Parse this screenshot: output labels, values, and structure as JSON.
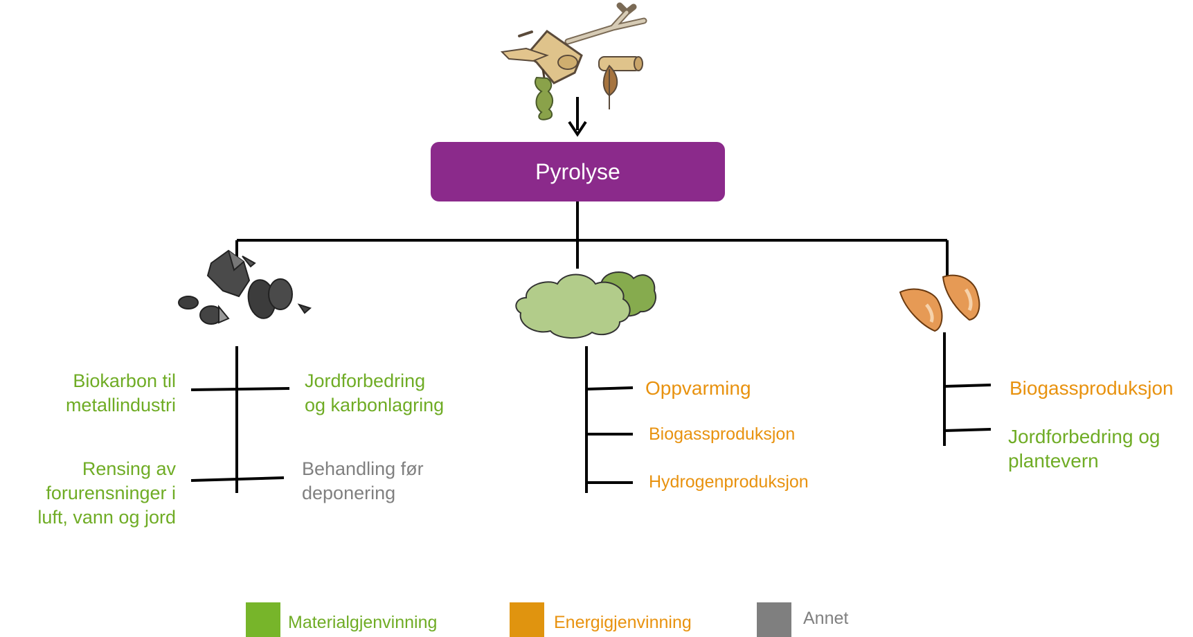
{
  "process": {
    "label": "Pyrolyse"
  },
  "icons": {
    "input": "biomass-waste-icon",
    "char": "biochar-icon",
    "gas": "gas-cloud-icon",
    "oil": "bio-oil-drops-icon"
  },
  "branches": {
    "char": {
      "left_top": "Biokarbon til\nmetallindustri",
      "right_top": "Jordforbedring\nog karbonlagring",
      "left_bottom": "Rensing av\nforurensninger i\nluft, vann og jord",
      "right_bottom": "Behandling før\ndeponering"
    },
    "gas": {
      "items": [
        "Oppvarming",
        "Biogassproduksjon",
        "Hydrogenproduksjon"
      ]
    },
    "oil": {
      "items": [
        "Biogassproduksjon",
        "Jordforbedring og\nplantevern"
      ]
    }
  },
  "legend": [
    {
      "label": "Materialgjenvinning",
      "color": "#77b52a"
    },
    {
      "label": "Energigjenvinning",
      "color": "#e0940f"
    },
    {
      "label": "Annet",
      "color": "#7f7f7f"
    }
  ],
  "colors": {
    "material": "#6fac25",
    "energy": "#e8920f",
    "other": "#808080",
    "process": "#8b2a8b"
  }
}
